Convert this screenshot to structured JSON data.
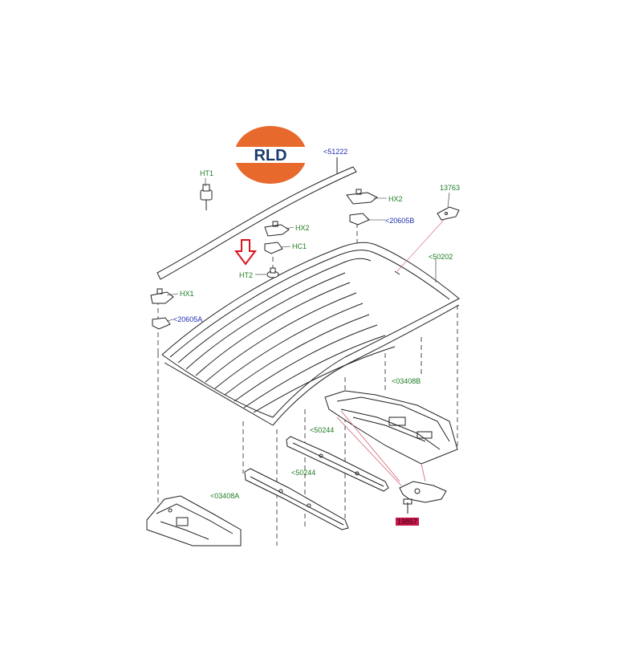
{
  "logo": {
    "text": "RLD",
    "ring_color": "#e8692c",
    "text_color": "#1b3a6b"
  },
  "callouts": [
    {
      "id": "51222",
      "text": "<51222",
      "color": "blue"
    },
    {
      "id": "HT1",
      "text": "HT1",
      "color": "green"
    },
    {
      "id": "HX2a",
      "text": "HX2",
      "color": "green"
    },
    {
      "id": "20605B",
      "text": "<20605B",
      "color": "blue"
    },
    {
      "id": "13763",
      "text": "13763",
      "color": "green"
    },
    {
      "id": "HX2b",
      "text": "HX2",
      "color": "green"
    },
    {
      "id": "HC1",
      "text": "HC1",
      "color": "green"
    },
    {
      "id": "50202",
      "text": "<50202",
      "color": "green"
    },
    {
      "id": "HT2",
      "text": "HT2",
      "color": "green"
    },
    {
      "id": "HX1",
      "text": "HX1",
      "color": "green"
    },
    {
      "id": "20605A",
      "text": "<20605A",
      "color": "blue"
    },
    {
      "id": "03408B",
      "text": "<03408B",
      "color": "green"
    },
    {
      "id": "50244a",
      "text": "<50244",
      "color": "green"
    },
    {
      "id": "50244b",
      "text": "<50244",
      "color": "green"
    },
    {
      "id": "03408A",
      "text": "<03408A",
      "color": "green"
    },
    {
      "id": "hl",
      "text": "19857",
      "color": "highlight"
    }
  ],
  "colors": {
    "label_green": "#1e7d22",
    "label_blue": "#1f2fb0",
    "arrow_red": "#d6141c",
    "highlight": "#c8184a"
  }
}
